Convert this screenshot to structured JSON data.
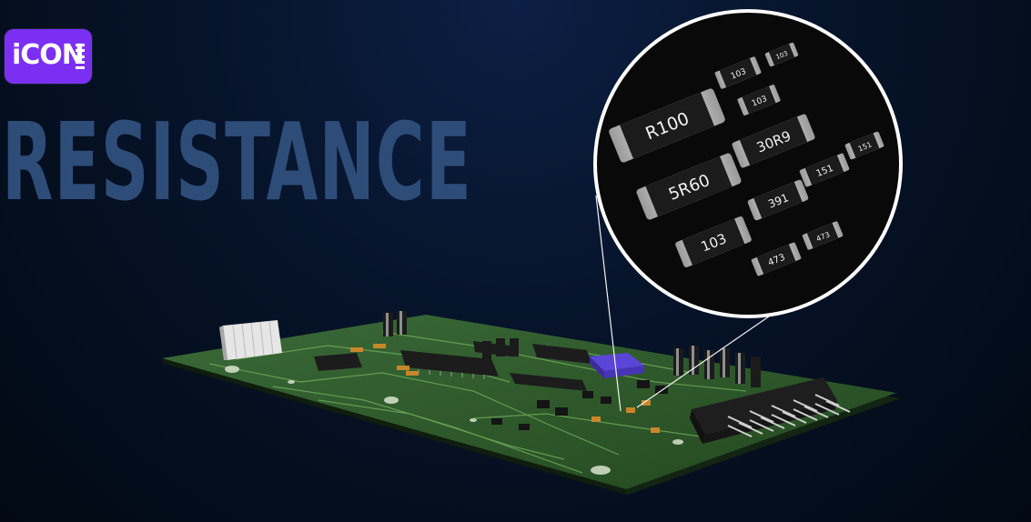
{
  "brand": {
    "logo_text": "iCON",
    "logo_color": "#7b2ff2"
  },
  "headline": "RESISTANCE",
  "resistor_codes": [
    {
      "code": "R100",
      "size": "large"
    },
    {
      "code": "5R60",
      "size": "large"
    },
    {
      "code": "103",
      "size": "large"
    },
    {
      "code": "30R9",
      "size": "medium"
    },
    {
      "code": "391",
      "size": "medium"
    },
    {
      "code": "103",
      "size": "small"
    },
    {
      "code": "103",
      "size": "small"
    },
    {
      "code": "103",
      "size": "tiny"
    },
    {
      "code": "151",
      "size": "small"
    },
    {
      "code": "151",
      "size": "small"
    },
    {
      "code": "473",
      "size": "small"
    },
    {
      "code": "473",
      "size": "small"
    }
  ],
  "colors": {
    "background": "#061329",
    "headline": "#2e4c78",
    "pcb": "#2f5a2e",
    "resistor_body": "#1b1b1b",
    "resistor_terminal": "#c9c9c9"
  }
}
